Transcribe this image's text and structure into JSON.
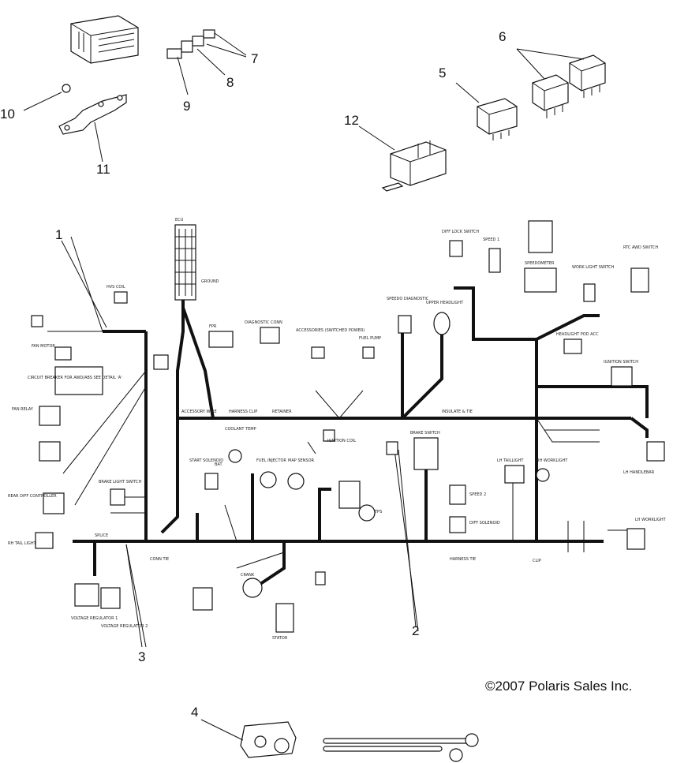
{
  "callouts": [
    "1",
    "2",
    "3",
    "4",
    "5",
    "6",
    "7",
    "8",
    "9",
    "10",
    "11",
    "12"
  ],
  "copyright": "©2007 Polaris Sales Inc.",
  "component_labels": {
    "fuel_pump_relay": "FPR",
    "ecu": "ECU",
    "hvs_coil": "HVS COIL",
    "fan_motor": "FAN MOTOR",
    "circuit_breaker": "CIRCUIT BREAKER FOR AWD/ABS SEE DETAIL 'A'",
    "fan_relay": "FAN RELAY",
    "brake_light_switch": "BRAKE LIGHT SWITCH",
    "rear_diff_controller": "REAR DIFF CONTROLLER",
    "rh_taillight": "RH TAIL LIGHT",
    "voltage_regulator_1": "VOLTAGE REGULATOR 1",
    "voltage_regulator_2": "VOLTAGE REGULATOR 2",
    "diagnostic_connector": "DIAGNOSTIC CONN",
    "accessories": "ACCESSORIES (SWITCHED POWER)",
    "fuel_pump": "FUEL PUMP",
    "speedo_diagnostic": "SPEEDO DIAGNOSTIC",
    "upper_headlight": "UPPER HEADLIGHT",
    "diff_lock_switch": "DIFF LOCK SWITCH",
    "speed_1": "SPEED 1",
    "speedometer": "SPEEDOMETER",
    "work_light_switch": "WORK LIGHT SWITCH",
    "rtc_awd_switch": "RTC AWD SWITCH",
    "headlight_pod_acc": "HEADLIGHT POD ACC",
    "ignition_switch": "IGNITION SWITCH",
    "coolant_temp": "COOLANT TEMP",
    "ignition_coil": "IGNITION COIL",
    "brake_switch": "BRAKE SWITCH",
    "start_solenoid": "START SOLENOID",
    "fuel_injector": "FUEL INJECTOR",
    "map_sensor": "MAP SENSOR",
    "tps": "TPS",
    "speed_2": "SPEED 2",
    "diff_solenoid": "DIFF SOLENOID",
    "lh_taillight": "LH TAILLIGHT",
    "rh_worklight": "RH WORKLIGHT",
    "lh_worklight": "LH WORKLIGHT",
    "lh_handlebar": "LH HANDLEBAR",
    "crank": "CRANK",
    "stator": "STATOR",
    "ground": "GROUND",
    "battery": "BAT"
  }
}
